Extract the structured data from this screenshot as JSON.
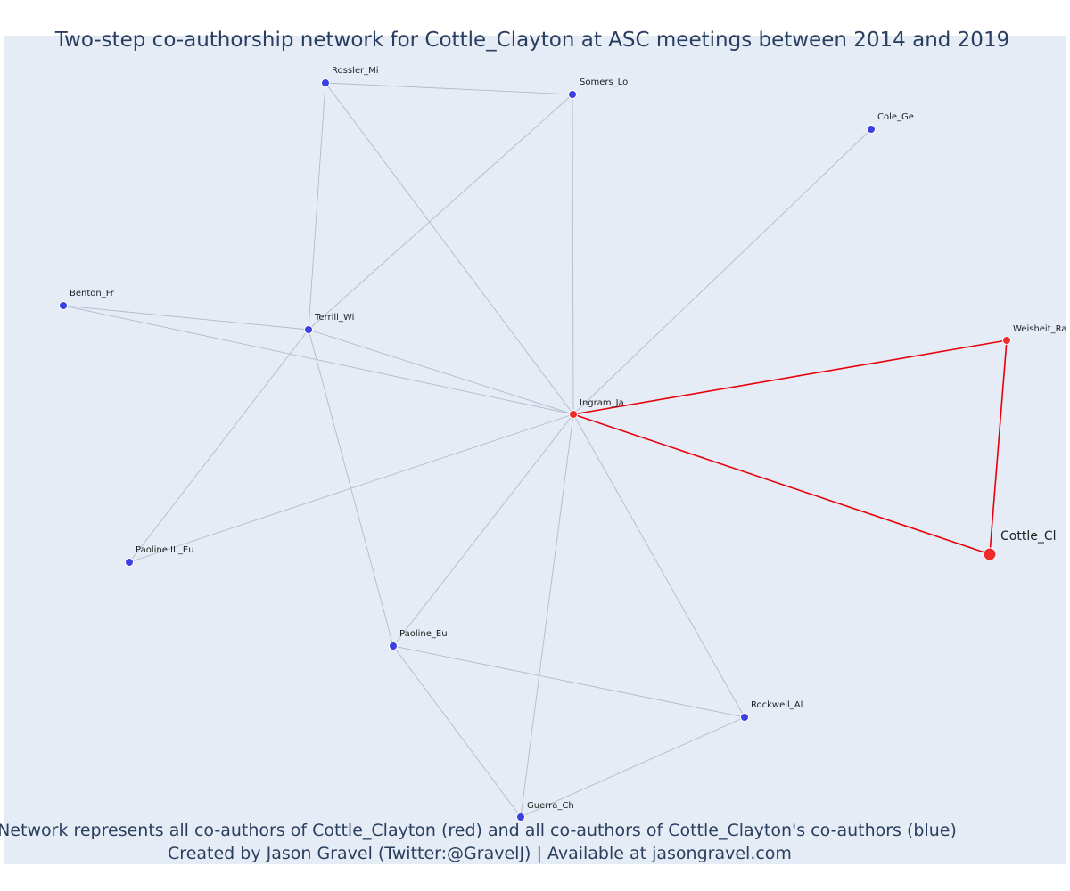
{
  "title": "Two-step co-authorship network for Cottle_Clayton at ASC meetings between 2014 and 2019",
  "caption": {
    "line1": "Network represents all co-authors of Cottle_Clayton (red) and all co-authors of Cottle_Clayton's co-authors (blue)",
    "line2": "Created by Jason Gravel (Twitter:@GravelJ) | Available at jasongravel.com"
  },
  "colors": {
    "plot_background": "#e5ecf6",
    "title": "#2a3f5f",
    "edge_two_step": "#b5b9c9",
    "edge_direct": "#e8000b",
    "node_direct": "#ef2b2b",
    "node_two_step": "#3b3fe0",
    "node_outline": "#ffffff"
  },
  "network": {
    "nodes": [
      {
        "id": "Rossler_Mi",
        "label": "Rossler_Mi",
        "group": "two_step"
      },
      {
        "id": "Somers_Lo",
        "label": "Somers_Lo",
        "group": "two_step"
      },
      {
        "id": "Cole_Ge",
        "label": "Cole_Ge",
        "group": "two_step"
      },
      {
        "id": "Benton_Fr",
        "label": "Benton_Fr",
        "group": "two_step"
      },
      {
        "id": "Terrill_Wi",
        "label": "Terrill_Wi",
        "group": "two_step"
      },
      {
        "id": "Weisheit_Ra",
        "label": "Weisheit_Ra",
        "group": "direct"
      },
      {
        "id": "Ingram_Ja",
        "label": "Ingram_Ja",
        "group": "direct"
      },
      {
        "id": "Cottle_Cl",
        "label": "Cottle_Cl",
        "group": "focus"
      },
      {
        "id": "Paoline_III_Eu",
        "label": "Paoline III_Eu",
        "group": "two_step"
      },
      {
        "id": "Paoline_Eu",
        "label": "Paoline_Eu",
        "group": "two_step"
      },
      {
        "id": "Rockwell_Al",
        "label": "Rockwell_Al",
        "group": "two_step"
      },
      {
        "id": "Guerra_Ch",
        "label": "Guerra_Ch",
        "group": "two_step"
      }
    ],
    "edges": [
      {
        "source": "Rossler_Mi",
        "target": "Somers_Lo",
        "type": "two_step"
      },
      {
        "source": "Rossler_Mi",
        "target": "Ingram_Ja",
        "type": "two_step"
      },
      {
        "source": "Rossler_Mi",
        "target": "Terrill_Wi",
        "type": "two_step"
      },
      {
        "source": "Somers_Lo",
        "target": "Ingram_Ja",
        "type": "two_step"
      },
      {
        "source": "Somers_Lo",
        "target": "Terrill_Wi",
        "type": "two_step"
      },
      {
        "source": "Cole_Ge",
        "target": "Ingram_Ja",
        "type": "two_step"
      },
      {
        "source": "Benton_Fr",
        "target": "Terrill_Wi",
        "type": "two_step"
      },
      {
        "source": "Benton_Fr",
        "target": "Ingram_Ja",
        "type": "two_step"
      },
      {
        "source": "Terrill_Wi",
        "target": "Ingram_Ja",
        "type": "two_step"
      },
      {
        "source": "Terrill_Wi",
        "target": "Paoline_III_Eu",
        "type": "two_step"
      },
      {
        "source": "Terrill_Wi",
        "target": "Paoline_Eu",
        "type": "two_step"
      },
      {
        "source": "Paoline_III_Eu",
        "target": "Ingram_Ja",
        "type": "two_step"
      },
      {
        "source": "Paoline_Eu",
        "target": "Ingram_Ja",
        "type": "two_step"
      },
      {
        "source": "Paoline_Eu",
        "target": "Rockwell_Al",
        "type": "two_step"
      },
      {
        "source": "Paoline_Eu",
        "target": "Guerra_Ch",
        "type": "two_step"
      },
      {
        "source": "Guerra_Ch",
        "target": "Ingram_Ja",
        "type": "two_step"
      },
      {
        "source": "Guerra_Ch",
        "target": "Rockwell_Al",
        "type": "two_step"
      },
      {
        "source": "Rockwell_Al",
        "target": "Ingram_Ja",
        "type": "two_step"
      },
      {
        "source": "Ingram_Ja",
        "target": "Weisheit_Ra",
        "type": "direct"
      },
      {
        "source": "Ingram_Ja",
        "target": "Cottle_Cl",
        "type": "direct"
      },
      {
        "source": "Weisheit_Ra",
        "target": "Cottle_Cl",
        "type": "direct"
      }
    ]
  }
}
